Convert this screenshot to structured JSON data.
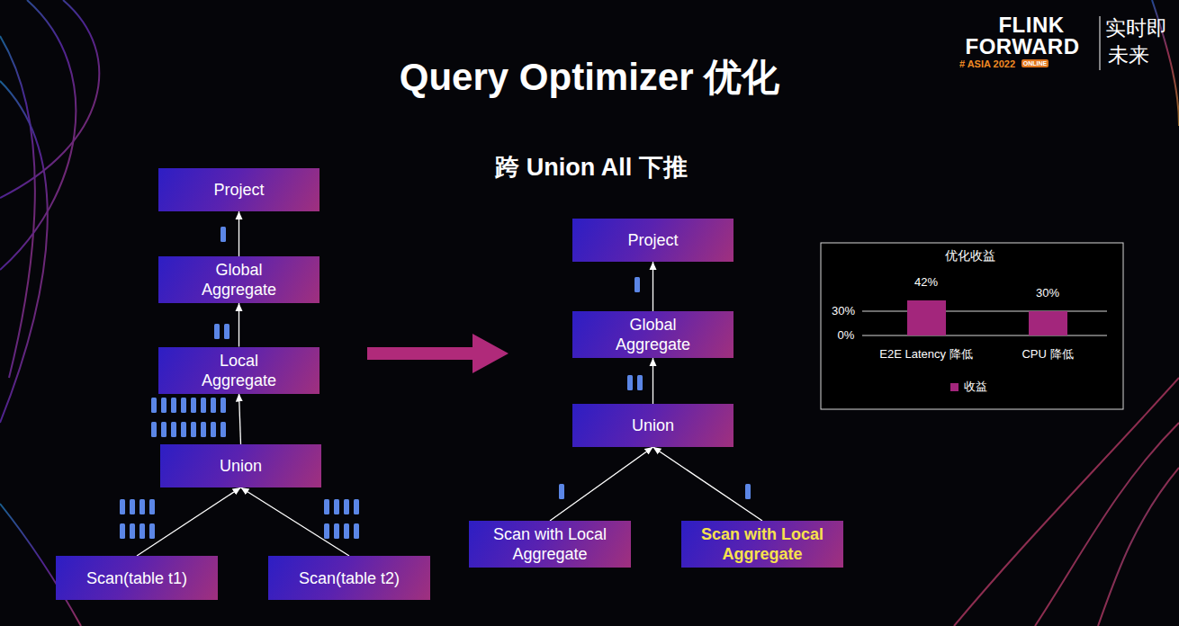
{
  "diagram": {
    "title": "Query Optimizer 优化",
    "nodes": [
      {
        "text": [
          "Project"
        ]
      },
      {
        "text": [
          "Global Aggregate"
        ]
      },
      {
        "text": [
          "Local Aggregate"
        ]
      },
      {
        "text": [
          "Union"
        ]
      },
      {
        "text": [
          "Scan(table t1)"
        ]
      },
      {
        "text": [
          "Scan(table t2)"
        ]
      },
      {
        "text": [
          "Project"
        ]
      },
      {
        "text": [
          "Global Aggregate"
        ]
      },
      {
        "text": [
          "Union"
        ]
      },
      {
        "text": [
          "Scan with Local Aggregate"
        ]
      },
      {
        "text": [
          "Scan with Local Aggregate"
        ]
      }
    ],
    "edges": [
      {
        "from": 4,
        "to": 3,
        "arrow": "to"
      },
      {
        "from": 5,
        "to": 3,
        "arrow": "to"
      },
      {
        "from": 3,
        "to": 2,
        "arrow": "to"
      },
      {
        "from": 2,
        "to": 1,
        "arrow": "to"
      },
      {
        "from": 1,
        "to": 0,
        "arrow": "to"
      },
      {
        "from": 9,
        "to": 8,
        "arrow": "to"
      },
      {
        "from": 10,
        "to": 8,
        "arrow": "to"
      },
      {
        "from": 8,
        "to": 7,
        "arrow": "to"
      },
      {
        "from": 7,
        "to": 6,
        "arrow": "to"
      }
    ],
    "labels": [
      "跨 Union All 下推",
      "FLINK",
      "FORWARD",
      "# ASIA 2022",
      "ONLINE",
      "实时即",
      "未来",
      "优化收益",
      "42%",
      "30%",
      "30%",
      "0%",
      "E2E Latency 降低",
      "CPU 降低"
    ],
    "legend": [
      {
        "text": "收益",
        "color": "#a3267c"
      }
    ]
  }
}
